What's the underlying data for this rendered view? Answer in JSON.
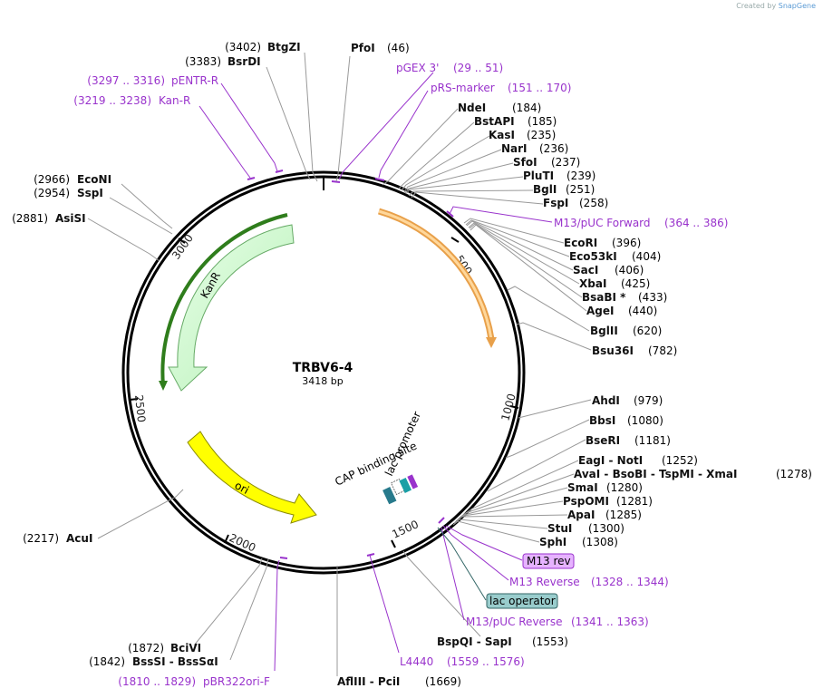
{
  "credit": {
    "prefix": "Created by",
    "brand": "SnapGene"
  },
  "plasmid": {
    "name": "TRBV6-4",
    "length_label": "3418 bp"
  },
  "ticks": [
    "500",
    "1000",
    "1500",
    "2000",
    "2500",
    "3000"
  ],
  "features": [
    {
      "label": "KanR",
      "color": "#ccffcc",
      "stroke": "#66cc66"
    },
    {
      "label": "ori",
      "color": "#ffff00",
      "stroke": "#b3b300"
    },
    {
      "label": "CAP binding site",
      "color": "#287a8c"
    },
    {
      "label": "lac promoter",
      "color": "#1a9fa6"
    }
  ],
  "left_sites": [
    {
      "pos": "(3402)",
      "name": "BtgZI"
    },
    {
      "pos": "(3383)",
      "name": "BsrDI"
    },
    {
      "pos": "(2966)",
      "name": "EcoNI"
    },
    {
      "pos": "(2954)",
      "name": "SspI"
    },
    {
      "pos": "(2881)",
      "name": "AsiSI"
    },
    {
      "pos": "(2217)",
      "name": "AcuI"
    },
    {
      "pos": "(1872)",
      "name": "BciVI"
    },
    {
      "pos": "(1842)",
      "name": "BssSI  -  BssSαI"
    }
  ],
  "left_primers": [
    {
      "pos": "(3297 .. 3316)",
      "name": "pENTR-R"
    },
    {
      "pos": "(3219 .. 3238)",
      "name": "Kan-R"
    },
    {
      "pos": "(1810 .. 1829)",
      "name": "pBR322ori-F"
    }
  ],
  "right_sites": [
    {
      "name": "PfoI",
      "pos": "(46)"
    },
    {
      "name": "NdeI",
      "pos": "(184)"
    },
    {
      "name": "BstAPI",
      "pos": "(185)"
    },
    {
      "name": "KasI",
      "pos": "(235)"
    },
    {
      "name": "NarI",
      "pos": "(236)"
    },
    {
      "name": "SfoI",
      "pos": "(237)"
    },
    {
      "name": "PluTI",
      "pos": "(239)"
    },
    {
      "name": "BglI",
      "pos": "(251)"
    },
    {
      "name": "FspI",
      "pos": "(258)"
    },
    {
      "name": "EcoRI",
      "pos": "(396)"
    },
    {
      "name": "Eco53kI",
      "pos": "(404)"
    },
    {
      "name": "SacI",
      "pos": "(406)"
    },
    {
      "name": "XbaI",
      "pos": "(425)"
    },
    {
      "name": "BsaBI *",
      "pos": "(433)"
    },
    {
      "name": "AgeI",
      "pos": "(440)"
    },
    {
      "name": "BglII",
      "pos": "(620)"
    },
    {
      "name": "Bsu36I",
      "pos": "(782)"
    },
    {
      "name": "AhdI",
      "pos": "(979)"
    },
    {
      "name": "BbsI",
      "pos": "(1080)"
    },
    {
      "name": "BseRI",
      "pos": "(1181)"
    },
    {
      "name": "EagI  -  NotI",
      "pos": "(1252)"
    },
    {
      "name": "AvaI  -  BsoBI  -  TspMI  -  XmaI",
      "pos": "(1278)"
    },
    {
      "name": "SmaI",
      "pos": "(1280)"
    },
    {
      "name": "PspOMI",
      "pos": "(1281)"
    },
    {
      "name": "ApaI",
      "pos": "(1285)"
    },
    {
      "name": "StuI",
      "pos": "(1300)"
    },
    {
      "name": "SphI",
      "pos": "(1308)"
    },
    {
      "name": "BspQI  -  SapI",
      "pos": "(1553)"
    },
    {
      "name": "AflIII  -  PciI",
      "pos": "(1669)"
    }
  ],
  "right_primers": [
    {
      "name": "pGEX 3'",
      "pos": "(29 .. 51)"
    },
    {
      "name": "pRS-marker",
      "pos": "(151 .. 170)"
    },
    {
      "name": "M13/pUC Forward",
      "pos": "(364 .. 386)"
    },
    {
      "name": "M13 Reverse",
      "pos": "(1328 .. 1344)"
    },
    {
      "name": "M13/pUC Reverse",
      "pos": "(1341 .. 1363)"
    },
    {
      "name": "L4440",
      "pos": "(1559 .. 1576)"
    }
  ],
  "boxed": [
    {
      "name": "M13 rev",
      "color": "#e6b3ff",
      "border": "#9933cc"
    },
    {
      "name": "lac operator",
      "color": "#99cccc",
      "border": "#336666"
    }
  ]
}
